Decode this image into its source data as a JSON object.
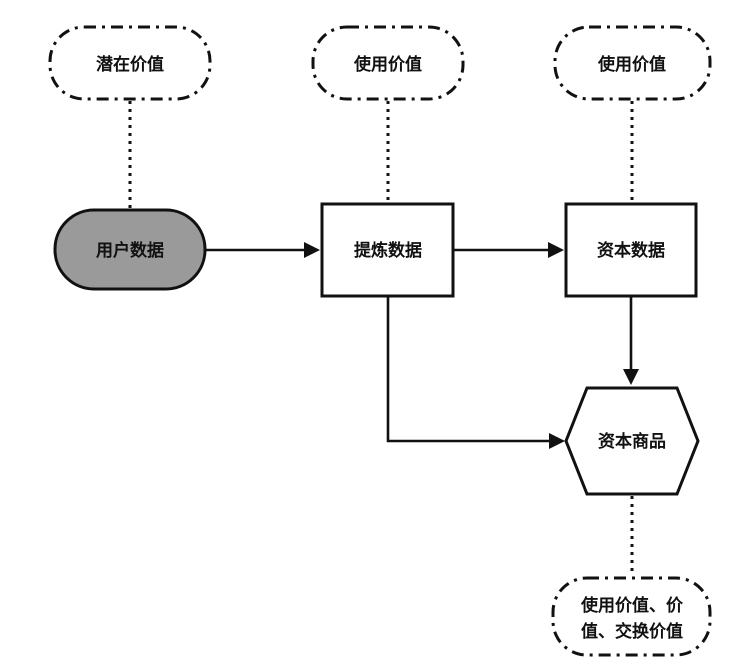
{
  "nodes": {
    "user_data": "用户数据",
    "refine_data": "提炼数据",
    "capital_data": "资本数据",
    "capital_commodity": "资本商品"
  },
  "values": {
    "potential_value": "潜在价值",
    "use_value_1": "使用价值",
    "use_value_2": "使用价值",
    "final_value_line1": "使用价值、价",
    "final_value_line2": "值、交换价值"
  },
  "colors": {
    "user_data_fill": "#9a9a9a",
    "stroke": "#111111",
    "background": "#ffffff"
  }
}
